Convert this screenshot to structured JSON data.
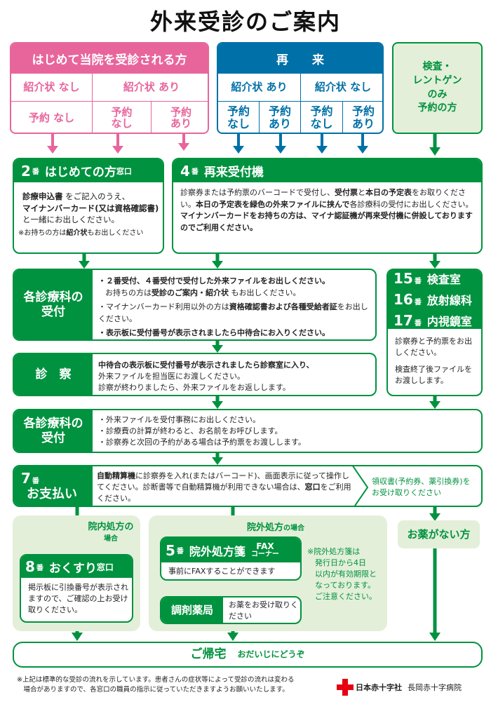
{
  "title": "外来受診のご案内",
  "first_visit": {
    "header": "はじめて当院を受診される方",
    "referral_none": "紹介状 なし",
    "referral_yes": "紹介状 あり",
    "appt_none": "予約 なし",
    "appt_none2": "予約\nなし",
    "appt_yes": "予約\nあり",
    "color": "#e8659c"
  },
  "return_visit": {
    "header": "再　　来",
    "referral_yes": "紹介状 あり",
    "referral_none": "紹介状 なし",
    "cols": [
      "予約\nなし",
      "予約\nあり",
      "予約\nなし",
      "予約\nあり"
    ],
    "color": "#0070a8"
  },
  "exam_only": {
    "label": "検査・\nレントゲン\nのみ\n予約の方"
  },
  "window2": {
    "num": "2",
    "ban": "番",
    "title": "はじめての方",
    "suffix": "窓口",
    "line1_bold": "診療申込書",
    "line1": " をご記入のうえ、",
    "line2_bold": "マイナンバーカード(又は資格確認書)",
    "line2": "と一緒にお出しください。",
    "note_pre": "※お持ちの方は",
    "note_bold": "紹介状",
    "note_post": "もお出しください"
  },
  "window4": {
    "num": "4",
    "ban": "番",
    "title": "再来受付機",
    "p1": "診察券または予約票のバーコードで受付し、",
    "p1b": "受付票",
    "p1c": "と",
    "p1d": "本日の予定表",
    "p1e": "をお取りください。",
    "p2b": "本日の予定表を緑色の外来ファイルに挟んで",
    "p2": "各診療科の受付にお出しください。",
    "p3b": "マイナンバーカードをお持ちの方は、マイナ認証機が再来受付機に併設しておりますのでご利用ください。"
  },
  "dept_reception1": {
    "label": "各診療科の\n受付",
    "b1": "・２番受付、４番受付で受付した外来ファイルをお出しください。",
    "b1sub_pre": "お持ちの方は",
    "b1sub_bold": "受診のご案内・紹介状",
    "b1sub_post": " もお出しください。",
    "b2_pre": "・マイナンバーカード利用以外の方は",
    "b2_bold": "資格確認書および各種受給者証",
    "b2_post": "をお出しください。",
    "b3": "・表示板に受付番号が表示されましたら中待合にお入りください。"
  },
  "exam_rooms": {
    "rooms": [
      {
        "num": "15",
        "ban": "番",
        "name": "検査室"
      },
      {
        "num": "16",
        "ban": "番",
        "name": "放射線科"
      },
      {
        "num": "17",
        "ban": "番",
        "name": "内視鏡室"
      }
    ],
    "t1": "診察券と予約票をお出しください。",
    "t2": "検査終了後ファイルをお渡しします。"
  },
  "consultation": {
    "label": "診　察",
    "l1": "中待合の表示板に受付番号が表示されましたら診察室に入り、",
    "l2": "外来ファイルを担当医にお渡しください。",
    "l3": "診察が終わりましたら、外来ファイルをお返しします。"
  },
  "dept_reception2": {
    "label": "各診療科の\n受付",
    "b1": "・外来ファイルを受付事務にお出しください。",
    "b2": "・診療費の計算が終わると、お名前をお呼びします。",
    "b3": "・診察券と次回の予約がある場合は予約票をお渡しします。"
  },
  "payment": {
    "num": "7",
    "ban": "番",
    "label": "お支払い",
    "t1b": "自動精算機",
    "t1": "に診察券を入れ(またはバーコード)、画面表示に従って操作してください。診断書等で自動精算機が利用できない場合は、",
    "t2b": "窓口",
    "t2": "をご利用ください。",
    "receipt": "領収書(予約券、薬引換券)をお受け取りください"
  },
  "in_house": {
    "label1": "院内処方の",
    "label2": "場合",
    "num": "8",
    "ban": "番",
    "title": "おくすり",
    "suffix": "窓口",
    "text": "掲示板に引換番号が表示されますので、ご確認の上お受け取りください。"
  },
  "outside": {
    "label1": "院外処方",
    "label2": "の場合",
    "num": "5",
    "ban": "番",
    "title": "院外処方箋",
    "fax1": "FAX",
    "fax2": "コーナー",
    "text": "事前にFAXすることができます",
    "pharmacy": "調剤薬局",
    "pharmacy_text": "お薬をお受け取りください",
    "note": "※院外処方箋は\n　発行日から4日\n　以内が有効期限と\n　なっております。\n　ご注意ください。"
  },
  "no_medicine": "お薬がない方",
  "home": {
    "title": "ご帰宅",
    "sub": "おだいじにどうぞ"
  },
  "footnote": "※上記は標準的な受診の流れを示しています。患者さんの症状等によって受診の流れは変わる\n　場合がありますので、各窓口の職員の指示に従っていただきますようお願いいたします。",
  "logo": {
    "org": "日本赤十字社",
    "hospital": "長岡赤十字病院"
  },
  "colors": {
    "green": "#00923f",
    "light_green": "#e3efd9",
    "red_cross": "#e60012"
  }
}
